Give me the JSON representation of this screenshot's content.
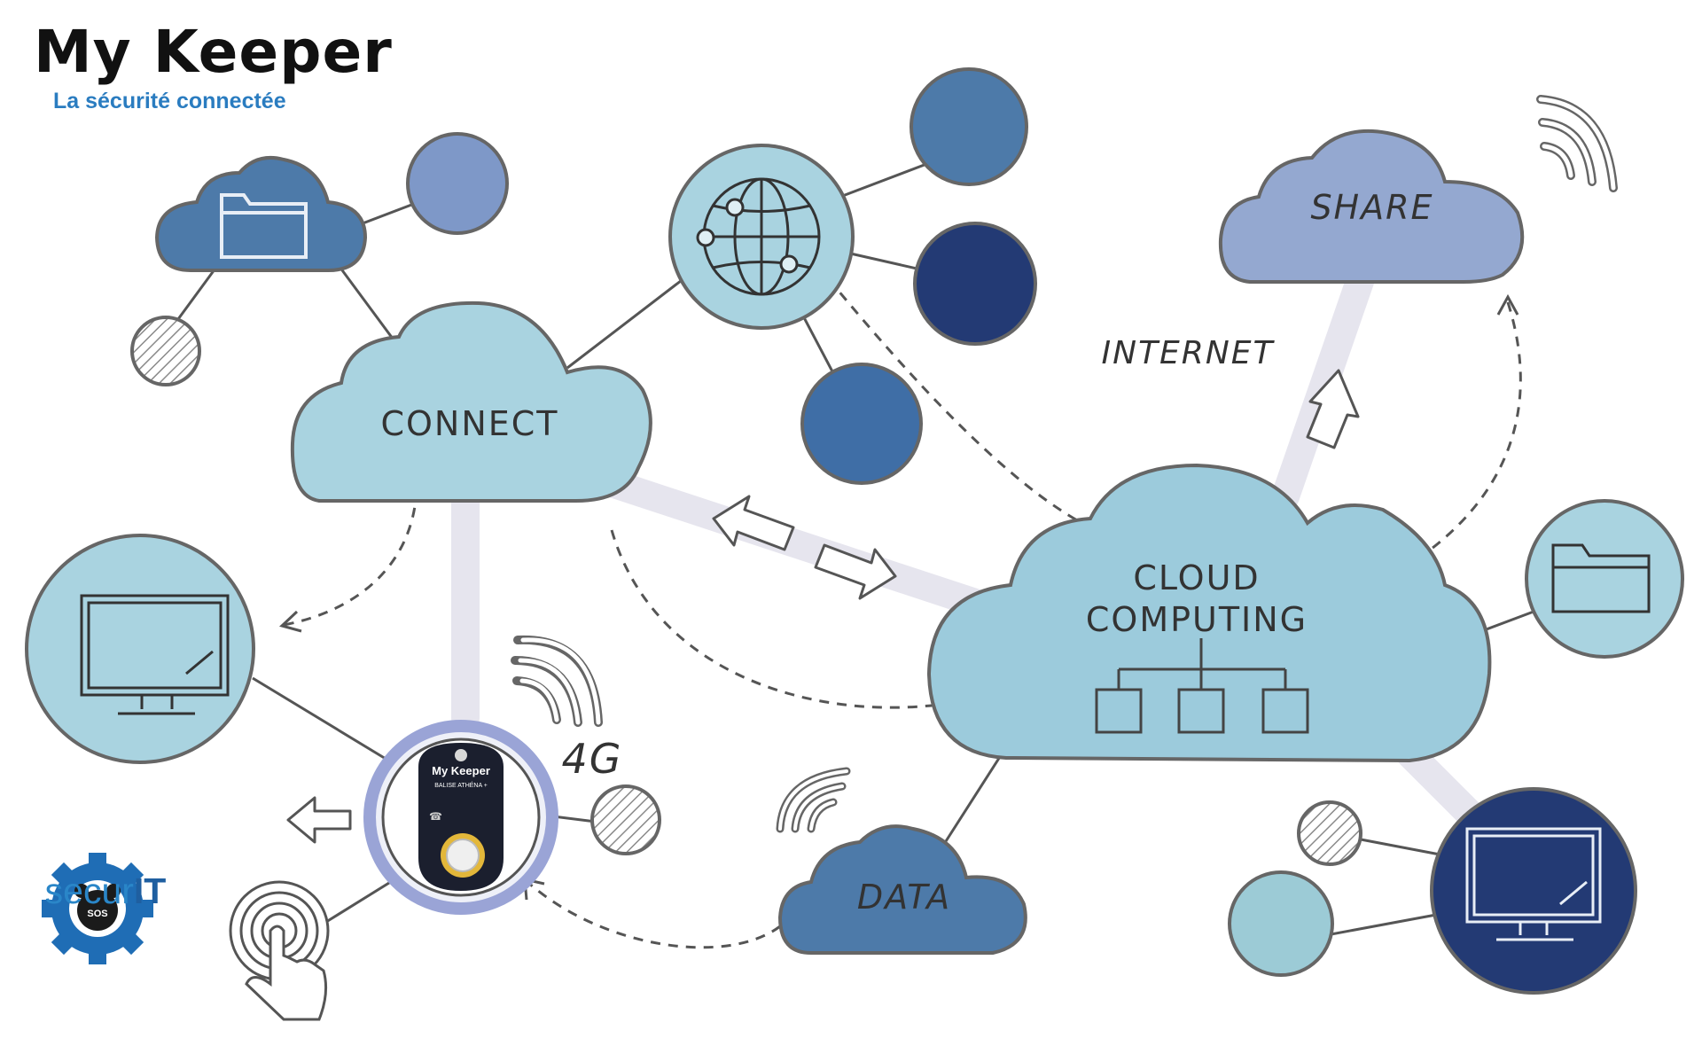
{
  "brand": {
    "name_prefix": "My ",
    "name_suffix": "Keeper",
    "tagline": "La sécurité connectée"
  },
  "footer_logo": {
    "badge": "SOS",
    "text_a": "secur",
    "text_b": "IT"
  },
  "clouds": {
    "connect": "CONNECT",
    "share": "SHARE",
    "cloud_computing_line1": "CLOUD",
    "cloud_computing_line2": "COMPUTING",
    "data": "DATA"
  },
  "labels": {
    "internet": "INTERNET",
    "network_4g": "4G"
  },
  "device": {
    "brand": "My Keeper",
    "model": "BALISE ATHÉNA +"
  },
  "icons": [
    "folder-icon",
    "globe-network-icon",
    "monitor-icon",
    "wifi-signal-icon",
    "arrow-up-icon",
    "bidirectional-arrows-icon",
    "arrow-left-icon",
    "touch-hand-icon",
    "gear-logo-icon",
    "hierarchy-icon"
  ],
  "colors": {
    "light_blue": "#a9d3e0",
    "mid_blue": "#4d7aa9",
    "dark_navy": "#233a74",
    "periwinkle": "#94a8d0",
    "connector": "#e6e5ee",
    "brand_blue": "#2a7cc0"
  }
}
